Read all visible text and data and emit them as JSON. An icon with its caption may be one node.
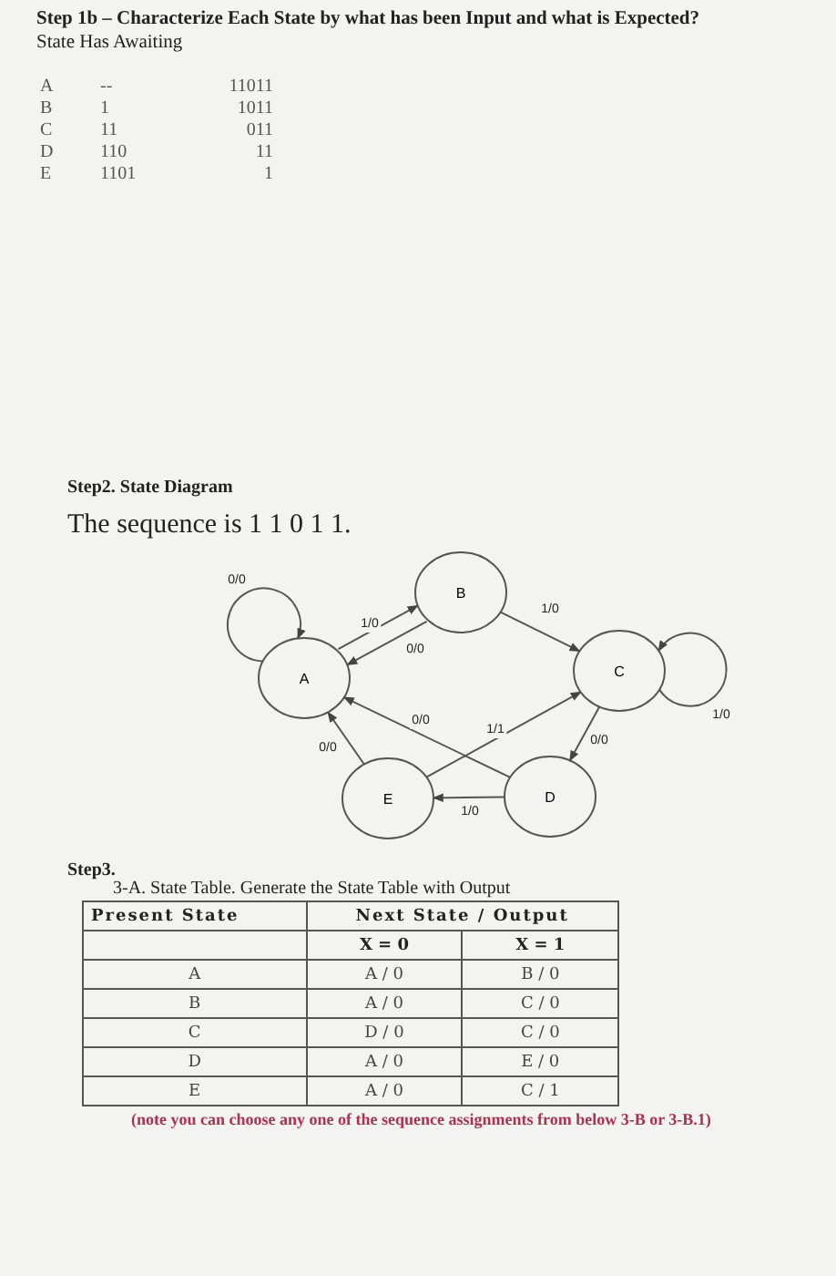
{
  "diagram": {
    "nodes": [
      {
        "text": [
          "A"
        ]
      },
      {
        "text": [
          "B"
        ]
      },
      {
        "text": [
          "C"
        ]
      },
      {
        "text": [
          "D"
        ]
      },
      {
        "text": [
          "E"
        ]
      }
    ],
    "edges": [
      {
        "from": 0,
        "to": 0,
        "arrow": "to",
        "label": "0/0"
      },
      {
        "from": 0,
        "to": 1,
        "arrow": "to",
        "label": "1/0"
      },
      {
        "from": 1,
        "to": 0,
        "arrow": "to",
        "label": "0/0"
      },
      {
        "from": 1,
        "to": 2,
        "arrow": "to",
        "label": "1/0"
      },
      {
        "from": 2,
        "to": 2,
        "arrow": "to",
        "label": "1/0"
      },
      {
        "from": 2,
        "to": 3,
        "arrow": "to",
        "label": "0/0"
      },
      {
        "from": 3,
        "to": 4,
        "arrow": "to",
        "label": "1/0"
      },
      {
        "from": 3,
        "to": 0,
        "arrow": "to",
        "label": "0/0"
      },
      {
        "from": 4,
        "to": 0,
        "arrow": "to",
        "label": "0/0"
      },
      {
        "from": 4,
        "to": 2,
        "arrow": "to",
        "label": "1/1"
      }
    ],
    "labels": [
      "Step 1b – Characterize Each State by what has been Input and what is Expected?",
      "State Has Awaiting",
      "A",
      "--",
      "11011",
      "B",
      "1",
      "1011",
      "C",
      "11",
      "011",
      "D",
      "110",
      "11",
      "E",
      "1101",
      "1",
      "Step2. State Diagram",
      "The sequence is 1 1 0 1 1.",
      "Step3.",
      "3-A. State Table. Generate the State Table with Output",
      "Present State",
      "Next State / Output",
      "X = 0",
      "X = 1",
      "A",
      "A / 0",
      "B / 0",
      "B",
      "A / 0",
      "C / 0",
      "C",
      "D / 0",
      "C / 0",
      "D",
      "A / 0",
      "E / 0",
      "E",
      "A / 0",
      "C / 1",
      "(note you can choose any one of the sequence assignments from below 3-B or 3-B.1)"
    ]
  }
}
